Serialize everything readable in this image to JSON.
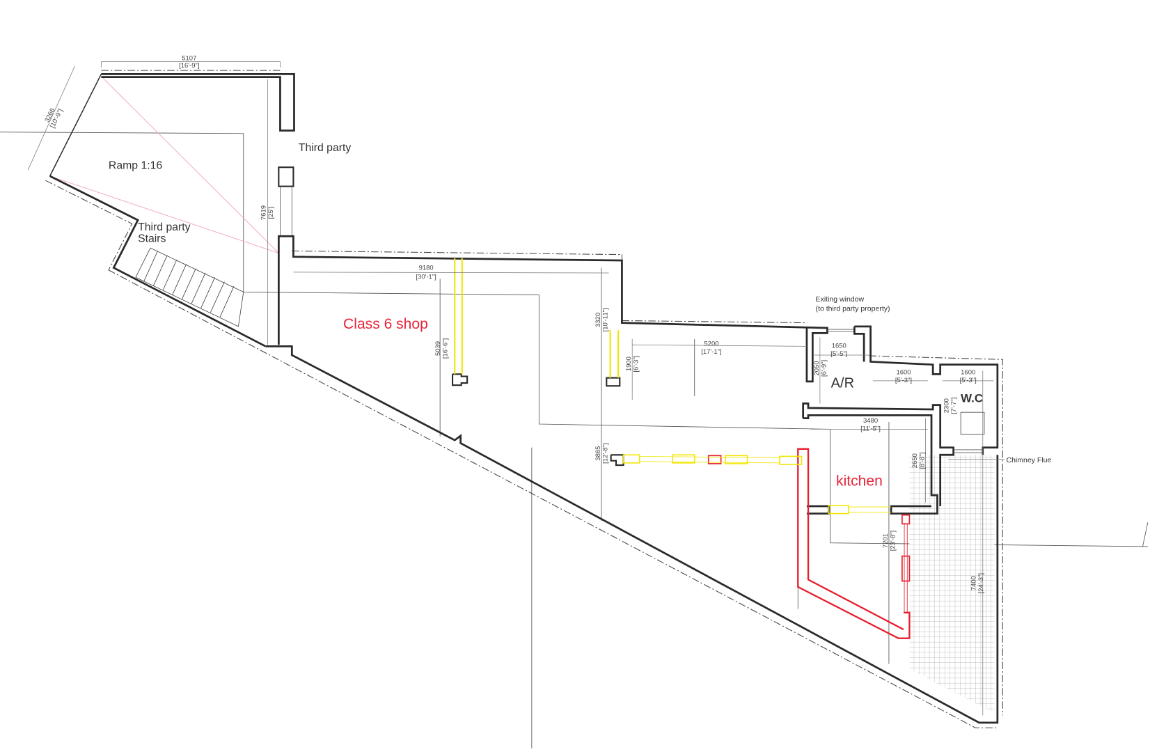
{
  "plan": {
    "rooms": {
      "ramp": "Ramp 1:16",
      "third_party": "Third party",
      "stairs_line1": "Third party",
      "stairs_line2": "Stairs",
      "shop": "Class 6 shop",
      "ar": "A/R",
      "wc": "W.C",
      "kitchen": "kitchen"
    },
    "notes": {
      "window_line1": "Exiting window",
      "window_line2": "(to third party property)",
      "chimney": "Chimney Flue"
    },
    "dimensions": [
      {
        "mm": "5107",
        "imp": "[16'-9\"]"
      },
      {
        "mm": "3266",
        "imp": "[10'-9\"]"
      },
      {
        "mm": "7619",
        "imp": "[25']"
      },
      {
        "mm": "9180",
        "imp": "[30'-1\"]"
      },
      {
        "mm": "5039",
        "imp": "[16'-6\"]"
      },
      {
        "mm": "3320",
        "imp": "[10'-11\"]"
      },
      {
        "mm": "1900",
        "imp": "[6'-3\"]"
      },
      {
        "mm": "5200",
        "imp": "[17'-1\"]"
      },
      {
        "mm": "1650",
        "imp": "[5'-5\"]"
      },
      {
        "mm": "2050",
        "imp": "[6'-9\"]"
      },
      {
        "mm": "1600",
        "imp": "[5'-3\"]"
      },
      {
        "mm": "1600",
        "imp": "[5'-3\"]"
      },
      {
        "mm": "2300",
        "imp": "[7'-7\"]"
      },
      {
        "mm": "3480",
        "imp": "[11'-5\"]"
      },
      {
        "mm": "3865",
        "imp": "[12'-8\"]"
      },
      {
        "mm": "2650",
        "imp": "[8'-8\"]"
      },
      {
        "mm": "7201",
        "imp": "[23'-8\"]"
      },
      {
        "mm": "7400",
        "imp": "[24'-3\"]"
      }
    ],
    "colors": {
      "walls": "#2a2a2a",
      "new_walls": "#e8202e",
      "openings": "#f2e600",
      "labels_red": "#e8243a"
    }
  }
}
